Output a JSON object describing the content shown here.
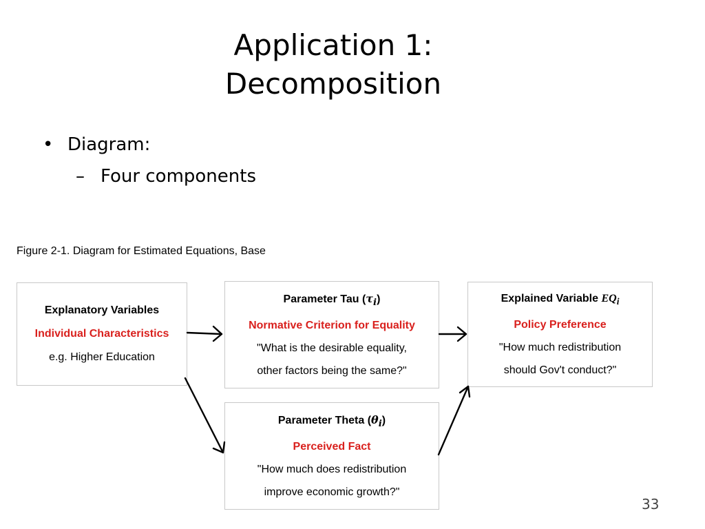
{
  "slide": {
    "title_line1": "Application 1:",
    "title_line2": "Decomposition",
    "bullet1": "Diagram:",
    "bullet1_marker": "•",
    "bullet2": "Four components",
    "bullet2_marker": "–",
    "page_number": "33"
  },
  "figure": {
    "caption": "Figure 2-1. Diagram for Estimated Equations, Base",
    "boxes": {
      "explanatory": {
        "title": "Explanatory Variables",
        "subtitle": "Individual Characteristics",
        "example": "e.g. Higher Education"
      },
      "tau": {
        "title_prefix": "Parameter Tau (",
        "symbol": "τ",
        "subscript": "i",
        "title_suffix": ")",
        "subtitle": "Normative Criterion for Equality",
        "question_line1": "\"What is the desirable equality,",
        "question_line2": "other factors being the same?\""
      },
      "explained": {
        "title_prefix": "Explained Variable ",
        "symbol": "EQ",
        "subscript": "i",
        "subtitle": "Policy Preference",
        "question_line1": "\"How much redistribution",
        "question_line2": "should Gov't conduct?\""
      },
      "theta": {
        "title_prefix": "Parameter Theta (",
        "symbol": "θ",
        "subscript": "i",
        "title_suffix": ")",
        "subtitle": "Perceived Fact",
        "question_line1": "\"How much does redistribution",
        "question_line2": "improve economic growth?\""
      }
    },
    "colors": {
      "accent_red": "#d9201d",
      "box_border": "#c8c8c8"
    }
  }
}
